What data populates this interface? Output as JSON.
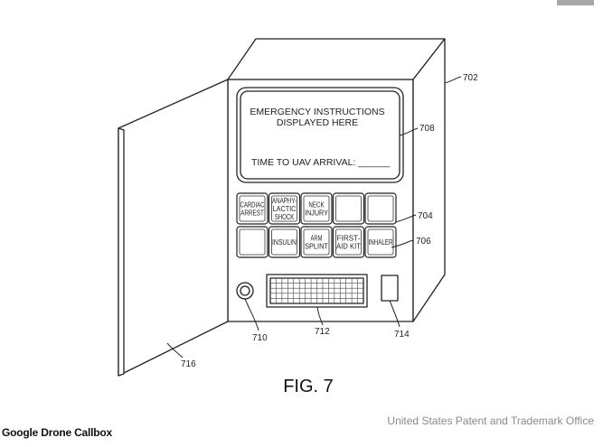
{
  "screen": {
    "line1": "EMERGENCY INSTRUCTIONS",
    "line2": "DISPLAYED HERE",
    "arrival": "TIME TO UAV ARRIVAL: ______"
  },
  "buttons": {
    "row1": [
      {
        "lines": [
          "CARDIAC",
          "ARREST"
        ]
      },
      {
        "lines": [
          "ANAPHY-",
          "LACTIC",
          "SHOCK"
        ]
      },
      {
        "lines": [
          "NECK",
          "INJURY"
        ]
      },
      {
        "lines": []
      },
      {
        "lines": []
      }
    ],
    "row2": [
      {
        "lines": []
      },
      {
        "lines": [
          "INSULIN"
        ]
      },
      {
        "lines": [
          "ARM",
          "SPLINT"
        ]
      },
      {
        "lines": [
          "FIRST-",
          "AID KIT"
        ]
      },
      {
        "lines": [
          "INHALER"
        ]
      }
    ]
  },
  "labels": {
    "box": "702",
    "screen": "708",
    "buttons": "704",
    "button": "706",
    "speaker": "710",
    "grille": "712",
    "slot": "714",
    "door": "716"
  },
  "figure_label": "FIG. 7",
  "caption": "Google Drone Callbox",
  "credit": "United States Patent and Trademark Office"
}
